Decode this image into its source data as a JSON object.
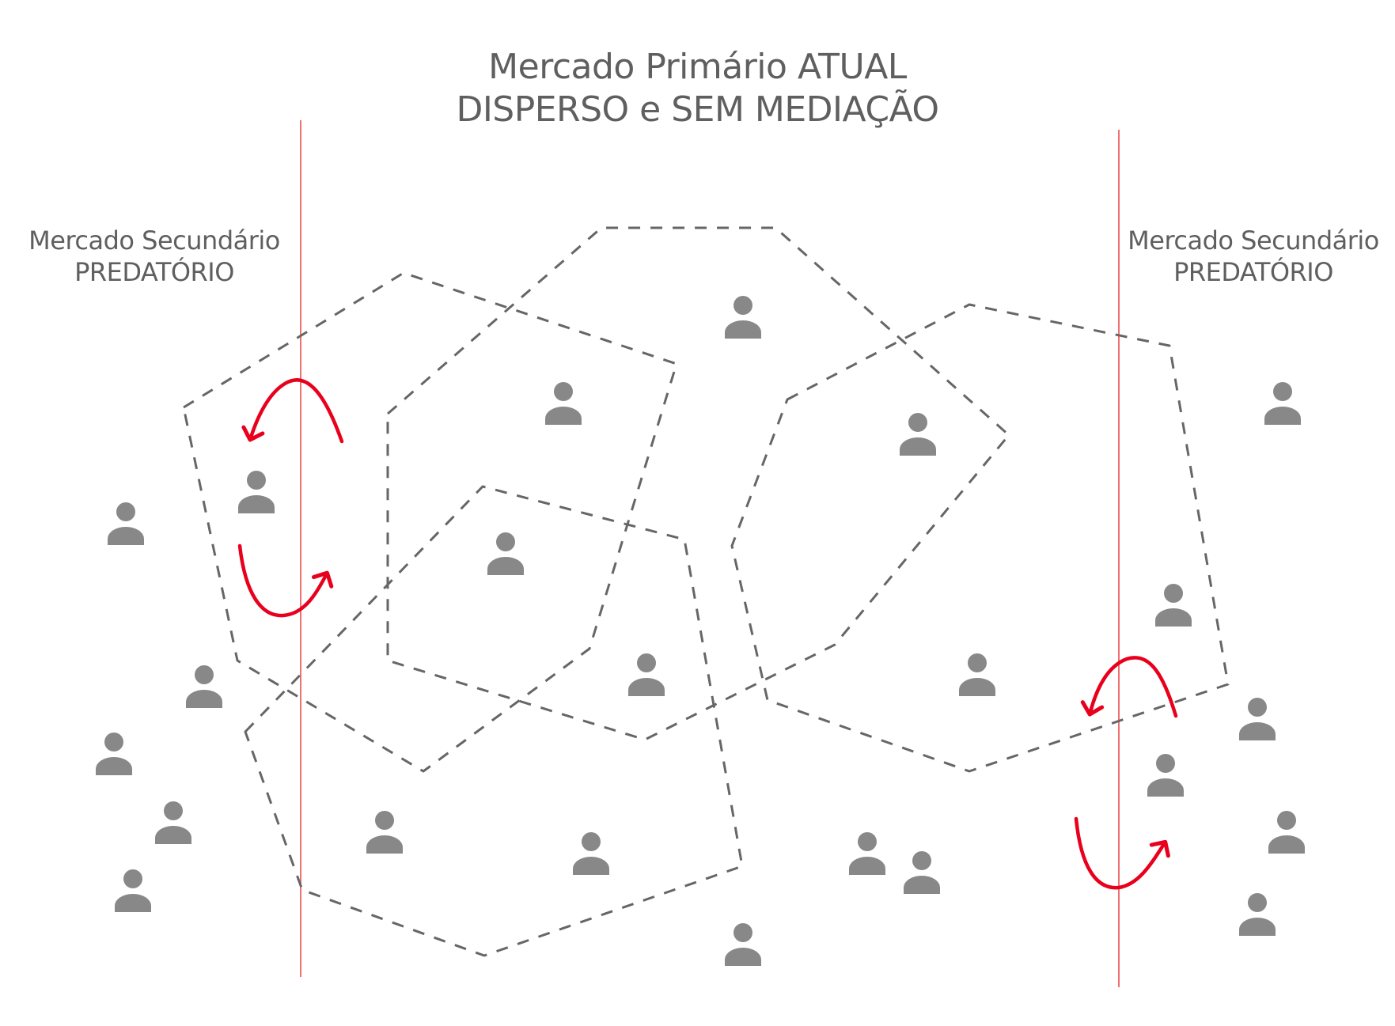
{
  "title": {
    "line1": "Mercado Primário ATUAL",
    "line2": "DISPERSO e SEM MEDIAÇÃO"
  },
  "left_label": {
    "line1": "Mercado Secundário",
    "line2": "PREDATÓRIO"
  },
  "right_label": {
    "line1": "Mercado Secundário",
    "line2": "PREDATÓRIO"
  },
  "colors": {
    "text": "#5f5f5f",
    "person_icon": "#888888",
    "dashed_boundary": "#666666",
    "divider_line": "#f07070",
    "arrow": "#e8001c"
  },
  "icons": {
    "person": "person-icon",
    "arrow": "curved-arrow-icon"
  }
}
